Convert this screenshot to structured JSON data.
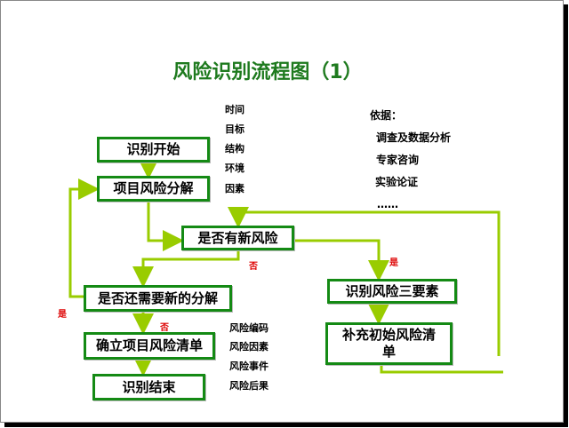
{
  "title": "风险识别流程图（1）",
  "boxes": {
    "start": "识别开始",
    "decompose": "项目风险分解",
    "new_risk": "是否有新风险",
    "need_decompose": "是否还需要新的分解",
    "establish_list": "确立项目风险清单",
    "end": "识别结束",
    "three_elements": "识别风险三要素",
    "supplement": "补充初始风险清单"
  },
  "labels": {
    "no1": "否",
    "yes1": "是",
    "yes2": "是",
    "no2": "否"
  },
  "factors": [
    "时间",
    "目标",
    "结构",
    "环境",
    "因素"
  ],
  "basis": {
    "heading": "依据：",
    "items": [
      "调查及数据分析",
      "专家咨询",
      "实验论证",
      "……"
    ]
  },
  "list_items": [
    "风险编码",
    "风险因素",
    "风险事件",
    "风险后果"
  ],
  "colors": {
    "line": "#99cc00",
    "box_border": "#148a14",
    "title": "#1e7a1e",
    "label": "#dd0000"
  }
}
